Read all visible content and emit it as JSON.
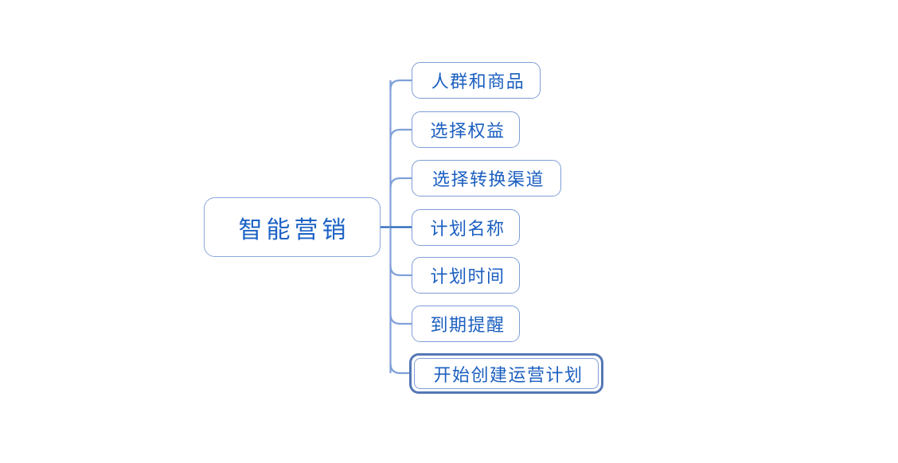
{
  "diagram": {
    "type": "mind-map",
    "orientation": "left-to-right",
    "background_color": "#ffffff",
    "root": {
      "label": "智能营销",
      "text_color": "#1c62c4",
      "border_color": "#8ca9dd",
      "fill_color": "#ffffff"
    },
    "branch": {
      "trunk_color": "#2162b8",
      "elbow_color": "#7fa0d8"
    },
    "children": [
      {
        "label": "人群和商品",
        "selected": false,
        "text_color": "#1b5fc0",
        "border_color": "#7e9ed6"
      },
      {
        "label": "选择权益",
        "selected": false,
        "text_color": "#1b5fc0",
        "border_color": "#7e9ed6"
      },
      {
        "label": "选择转换渠道",
        "selected": false,
        "text_color": "#1b5fc0",
        "border_color": "#7e9ed6"
      },
      {
        "label": "计划名称",
        "selected": false,
        "text_color": "#1b5fc0",
        "border_color": "#7e9ed6"
      },
      {
        "label": "计划时间",
        "selected": false,
        "text_color": "#1b5fc0",
        "border_color": "#7e9ed6"
      },
      {
        "label": "到期提醒",
        "selected": false,
        "text_color": "#1b5fc0",
        "border_color": "#7e9ed6"
      },
      {
        "label": "开始创建运营计划",
        "selected": true,
        "text_color": "#1b5fc0",
        "border_color": "#7e9ed6",
        "selection_color": "#5577b5"
      }
    ]
  }
}
